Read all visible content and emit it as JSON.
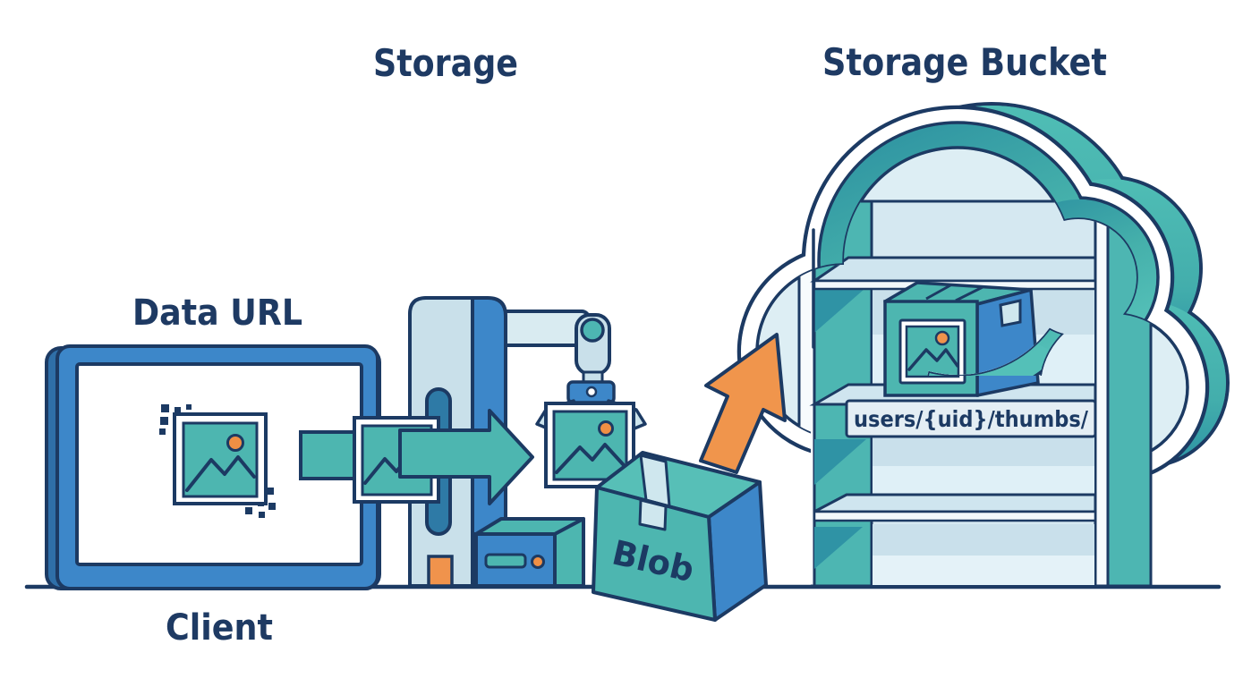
{
  "titles": {
    "storage": "Storage",
    "storage_bucket": "Storage Bucket"
  },
  "labels": {
    "data_url": "Data URL",
    "client": "Client",
    "blob": "Blob",
    "bucket_path": "users/{uid}/thumbs/"
  },
  "icons": {
    "client_device": "laptop-icon",
    "thumbnail": "image-thumbnail-icon",
    "transfer": "arrow-right-icon",
    "upload": "arrow-up-right-icon",
    "storage_machine": "robotic-arm-icon",
    "blob_package": "box-icon",
    "bucket": "cloud-shelf-icon"
  },
  "colors": {
    "outline_navy": "#1c3a63",
    "primary_blue": "#3d87c9",
    "deep_blue": "#2e7aa6",
    "teal": "#4db6b0",
    "teal_dark": "#2f93a5",
    "pale_panel": "#c9e0ea",
    "cloud_fill": "#ddeef4",
    "shelf_fill": "#d5e8f1",
    "accent_orange": "#f0934c",
    "white": "#ffffff"
  }
}
